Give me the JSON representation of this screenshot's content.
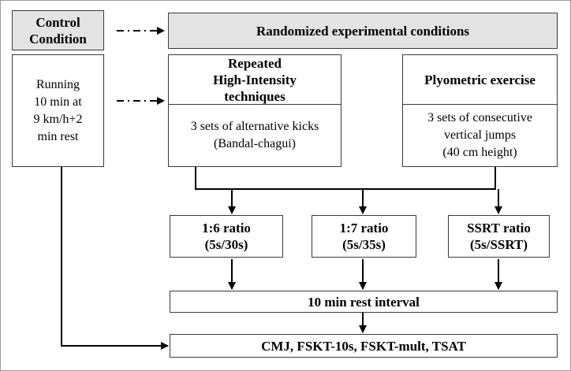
{
  "control_condition": {
    "line1": "Control",
    "line2": "Condition"
  },
  "randomized_header": "Randomized experimental conditions",
  "control_activity": {
    "lines": [
      "Running",
      "10 min at",
      "9 km/h+2",
      "min rest"
    ]
  },
  "repeated_high_intensity": {
    "title_lines": [
      "Repeated",
      "High-Intensity",
      "techniques"
    ],
    "desc_lines": [
      "3 sets of alternative kicks",
      "(Bandal-chagui)"
    ]
  },
  "plyometric": {
    "title": "Plyometric exercise",
    "desc_lines": [
      "3 sets of consecutive",
      "vertical jumps",
      "(40 cm height)"
    ]
  },
  "ratios": [
    {
      "label": "1:6 ratio",
      "detail": "(5s/30s)"
    },
    {
      "label": "1:7 ratio",
      "detail": "(5s/35s)"
    },
    {
      "label": "SSRT ratio",
      "detail": "(5s/SSRT)"
    }
  ],
  "rest_interval": "10 min rest interval",
  "outcomes": "CMJ, FSKT-10s, FSKT-mult, TSAT"
}
